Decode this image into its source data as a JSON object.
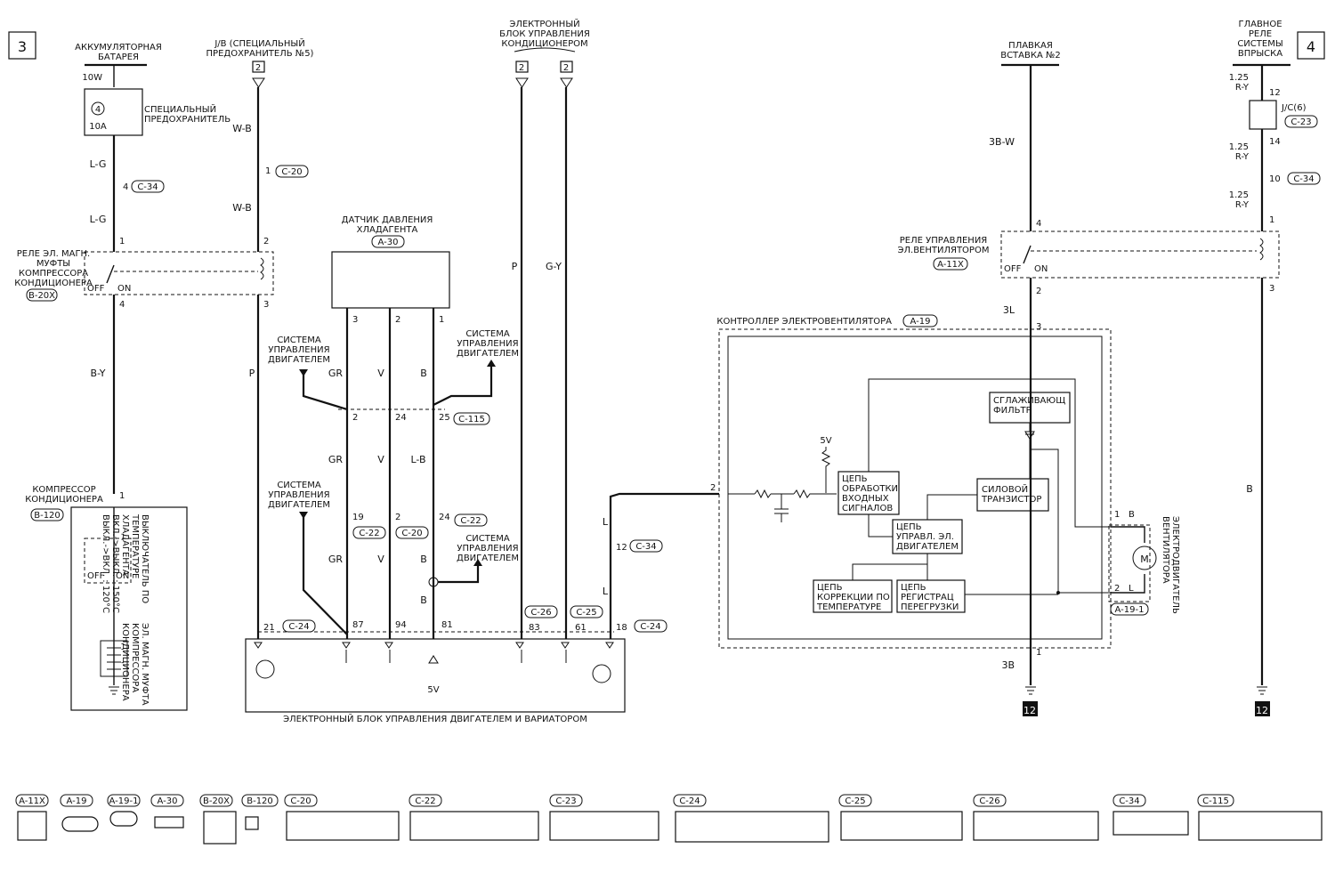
{
  "page_markers": {
    "left": "3",
    "right": "4"
  },
  "sources": {
    "battery": "АККУМУЛЯТОРНАЯ\nБАТАРЕЯ",
    "jb_fuse": "J/B (СПЕЦИАЛЬНЫЙ\nПРЕДОХРАНИТЕЛЬ №5)",
    "ac_ecu": "ЭЛЕКТРОННЫЙ\nБЛОК УПРАВЛЕНИЯ\nКОНДИЦИОНЕРОМ",
    "fusible_link": "ПЛАВКАЯ\nВСТАВКА №2",
    "main_relay": "ГЛАВНОЕ\nРЕЛЕ\nСИСТЕМЫ\nВПРЫСКА"
  },
  "special_fuse": {
    "label": "СПЕЦИАЛЬНЫЙ\nПРЕДОХРАНИТЕЛЬ",
    "number": "4",
    "rating": "10A",
    "wire": "10W"
  },
  "compressor_relay": {
    "label": "РЕЛЕ ЭЛ. МАГН.\nМУФТЫ\nКОМПРЕССОРА\nКОНДИЦИОНЕРА",
    "connector": "B-20X",
    "off": "OFF",
    "on": "ON"
  },
  "fan_relay": {
    "label": "РЕЛЕ УПРАВЛЕНИЯ\nЭЛ.ВЕНТИЛЯТОРОМ",
    "connector": "A-11X",
    "off": "OFF",
    "on": "ON"
  },
  "pressure_sensor": {
    "label": "ДАТЧИК ДАВЛЕНИЯ\nХЛАДАГЕНТА",
    "connector": "A-30"
  },
  "engine_system": "СИСТЕМА\nУПРАВЛЕНИЯ\nДВИГАТЕЛЕМ",
  "compressor": {
    "label": "КОМПРЕССОР\nКОНДИЦИОНЕРА",
    "connector": "B-120",
    "off": "OFF",
    "on": "ON"
  },
  "temp_switch": "ВЫКЛЮЧАТЕЛЬ ПО\nТЕМПЕРАТУРЕ\nХЛАДАГЕНТА\nВКЛ.->ВЫКЛ. : 150°C\nВЫКЛ.->ВКЛ. : 120°C",
  "clutch": "ЭЛ. МАГН. МУФТА\nКОМПРЕССОРА\nКОНДИЦИОНЕРА",
  "engine_ecu": "ЭЛЕКТРОННЫЙ БЛОК УПРАВЛЕНИЯ ДВИГАТЕЛЕМ И ВАРИАТОРОМ",
  "fan_controller": {
    "title": "КОНТРОЛЛЕР ЭЛЕКТРОВЕНТИЛЯТОРА",
    "connector": "A-19",
    "blocks": {
      "filter": "СГЛАЖИВАЮЩ\nФИЛЬТР",
      "input": "ЦЕПЬ\nОБРАБОТКИ\nВХОДНЫХ\nСИГНАЛОВ",
      "power": "СИЛОВОЙ\nТРАНЗИСТОР",
      "motor_ctrl": "ЦЕПЬ\nУПРАВЛ. ЭЛ.\nДВИГАТЕЛЕМ",
      "temp_corr": "ЦЕПЬ\nКОРРЕКЦИИ ПО\nТЕМПЕРАТУРЕ",
      "overload": "ЦЕПЬ\nРЕГИСТРАЦ\nПЕРЕГРУЗКИ"
    },
    "supply": "5V"
  },
  "fan_motor": {
    "label": "ЭЛЕКТРОДВИГАТЕЛЬ\nВЕНТИЛЯТОРА",
    "connector": "A-19-1",
    "symbol": "M"
  },
  "jc": {
    "label": "J/C(6)",
    "connector": "C-23"
  },
  "wire_colors": {
    "lg": "L-G",
    "wb": "W-B",
    "by": "B-Y",
    "p": "P",
    "gr": "GR",
    "v": "V",
    "b": "B",
    "lb": "L-B",
    "gy": "G-Y",
    "l": "L",
    "bw": "3B-W",
    "l3": "3L",
    "b3": "3B",
    "ry": "1.25\nR-Y"
  },
  "pins": {
    "p1": "1",
    "p2": "2",
    "p3": "3",
    "p4": "4",
    "p10": "10",
    "p12": "12",
    "p14": "14",
    "p19": "19",
    "p21": "21",
    "p24": "24",
    "p25": "25",
    "p61": "61",
    "p81": "81",
    "p83": "83",
    "p87": "87",
    "p94": "94",
    "p18": "18",
    "ecu_ref": "5V",
    "ground": "12"
  },
  "connectors": {
    "c20": "C-20",
    "c22": "C-22",
    "c24": "C-24",
    "c25": "C-25",
    "c26": "C-26",
    "c34": "C-34",
    "c115": "C-115"
  },
  "legend": [
    {
      "label": "A-11X"
    },
    {
      "label": "A-19"
    },
    {
      "label": "A-19-1"
    },
    {
      "label": "A-30"
    },
    {
      "label": "B-20X"
    },
    {
      "label": "B-120"
    },
    {
      "label": "C-20"
    },
    {
      "label": "C-22"
    },
    {
      "label": "C-23"
    },
    {
      "label": "C-24"
    },
    {
      "label": "C-25"
    },
    {
      "label": "C-26"
    },
    {
      "label": "C-34"
    },
    {
      "label": "C-115"
    }
  ]
}
